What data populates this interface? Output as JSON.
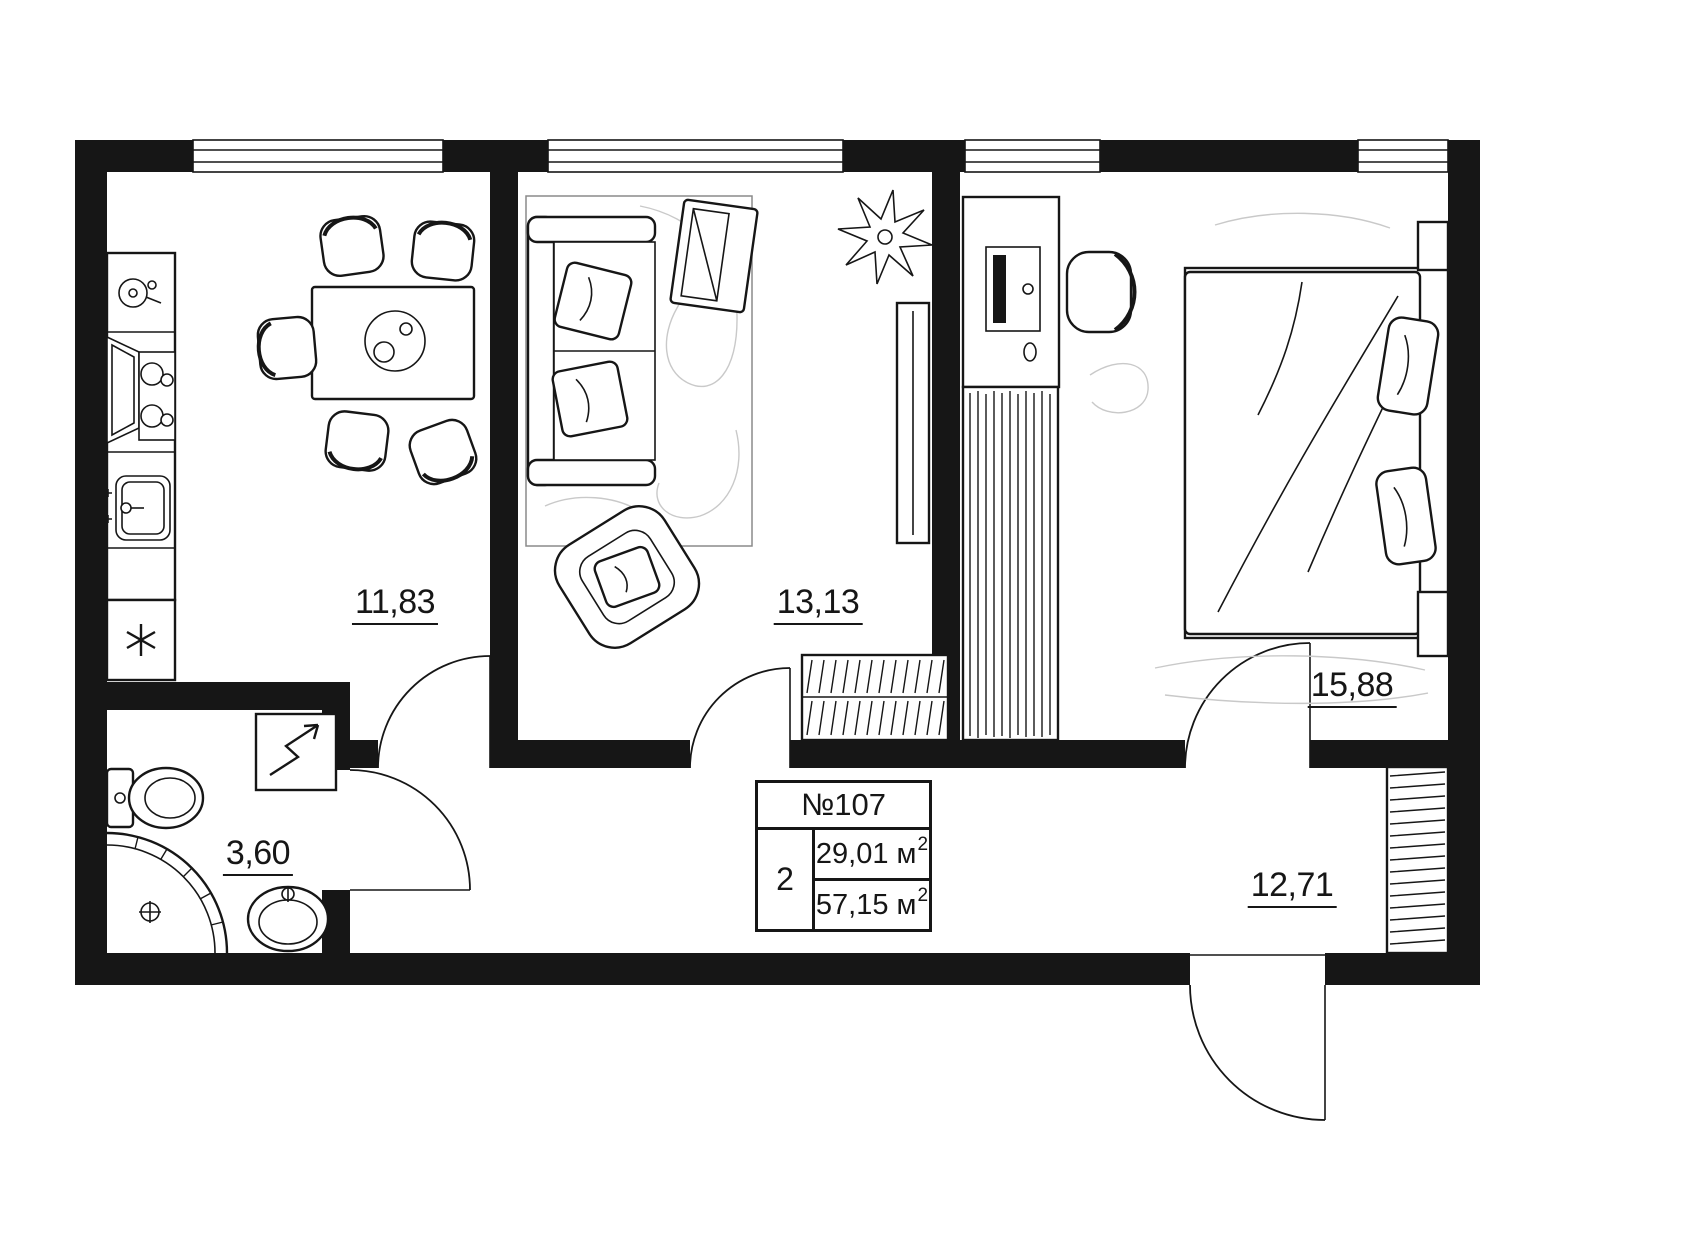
{
  "apartment_card": {
    "number": "№107",
    "rooms_count": "2",
    "living_area": "29,01 м",
    "total_area": "57,15 м",
    "superscript": "2"
  },
  "room_areas": {
    "kitchen": "11,83",
    "living_room": "13,13",
    "bedroom": "15,88",
    "bathroom": "3,60",
    "hallway": "12,71"
  },
  "colors": {
    "walls": "#161616",
    "background": "#ffffff",
    "floor_contours": "#c9c9c9"
  },
  "icons": {
    "fridge": "snowflake-icon",
    "water_heater": "arrow-icon",
    "shower_drain": "drain-icon",
    "plant": "plant-icon"
  }
}
